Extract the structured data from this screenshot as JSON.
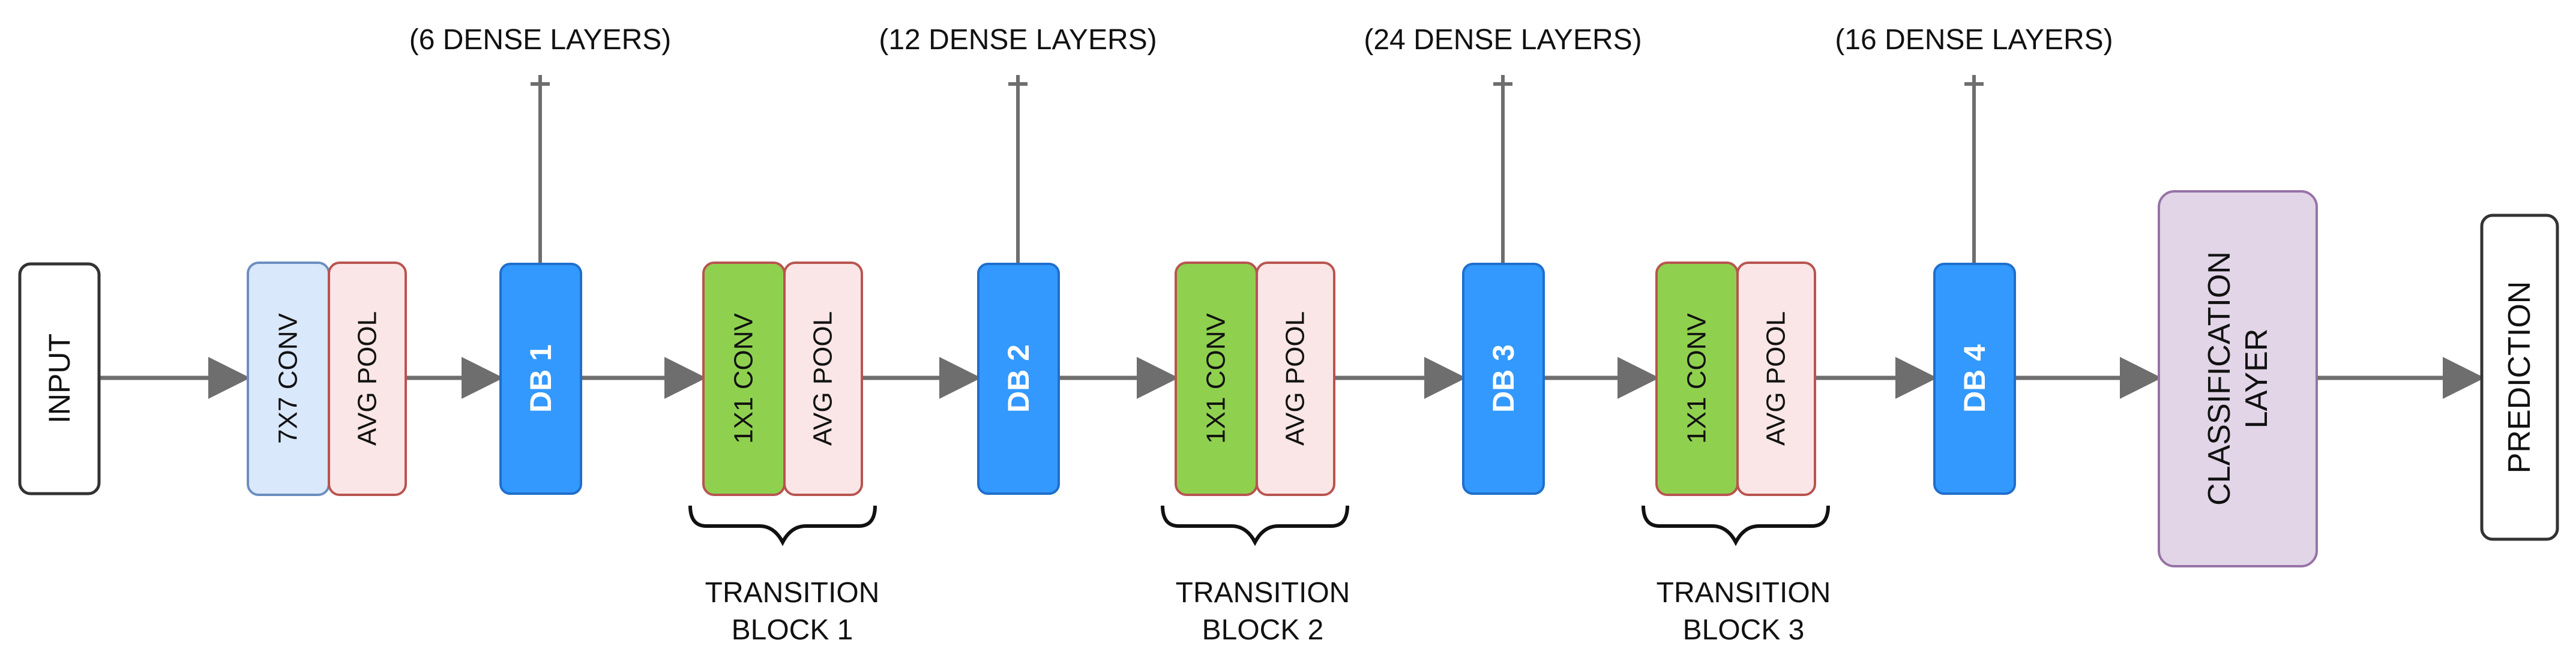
{
  "diagram": {
    "input": "INPUT",
    "prediction": "PREDICTION",
    "classification": [
      "CLASSIFICATION",
      "LAYER"
    ],
    "conv7": "7X7 CONV",
    "pool0": "AVG POOL",
    "dense_blocks": [
      {
        "label": "DB 1",
        "layers": "(6 DENSE LAYERS)"
      },
      {
        "label": "DB 2",
        "layers": "(12 DENSE LAYERS)"
      },
      {
        "label": "DB 3",
        "layers": "(24 DENSE LAYERS)"
      },
      {
        "label": "DB 4",
        "layers": "(16 DENSE LAYERS)"
      }
    ],
    "transitions": [
      {
        "conv": "1X1 CONV",
        "pool": "AVG POOL",
        "caption": [
          "TRANSITION",
          "BLOCK 1"
        ]
      },
      {
        "conv": "1X1 CONV",
        "pool": "AVG POOL",
        "caption": [
          "TRANSITION",
          "BLOCK 2"
        ]
      },
      {
        "conv": "1X1 CONV",
        "pool": "AVG POOL",
        "caption": [
          "TRANSITION",
          "BLOCK 3"
        ]
      }
    ],
    "colors": {
      "arrow": "#6e6e6e",
      "dense_fill": "#3399ff",
      "dense_stroke": "#1f6fcc",
      "conv1_fill": "#8fd14f",
      "conv1_stroke": "#b85450",
      "pool_fill": "#fae6e6",
      "pool_stroke": "#b85450",
      "conv7_fill": "#dae8fc",
      "conv7_stroke": "#6c8ebf",
      "class_fill": "#e1d5e7",
      "class_stroke": "#9673a6",
      "terminal_stroke": "#333333"
    }
  }
}
